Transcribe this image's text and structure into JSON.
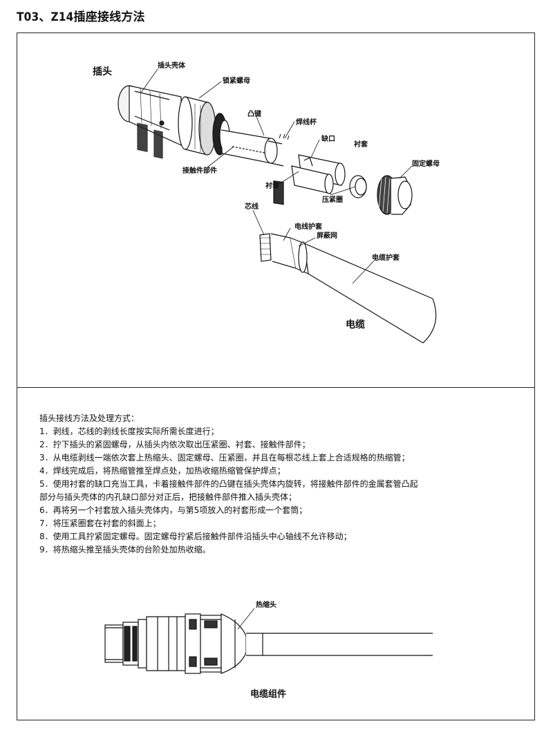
{
  "page": {
    "title": "T03、Z14插座接线方法"
  },
  "top_diagram": {
    "plug_label": "插头",
    "plug_shell": "插头壳体",
    "lock_nut": "锁紧螺母",
    "cam_key": "凸键",
    "solder_cup": "焊线杯",
    "notch": "缺口",
    "bushing": "衬套",
    "fixed_nut": "固定螺母",
    "contact_part": "接触件部件",
    "bushing2": "衬套",
    "compression_ring": "压紧圈",
    "core_wire": "芯线",
    "wire_jacket": "电线护套",
    "shield": "屏蔽网",
    "cable_jacket": "电缆护套",
    "cable_label": "电缆"
  },
  "instructions": {
    "heading": "插头接线方法及处理方式：",
    "steps": [
      "1．剥线，芯线的剥线长度按实际所需长度进行；",
      "2．拧下插头的紧固螺母，从插头内依次取出压紧圈、衬套、接触件部件；",
      "3．从电缆剥线一端依次套上热缩头、固定螺母、压紧圈，并且在每根芯线上套上合适规格的热缩管；",
      "4．焊线完成后，将热缩管推至焊点处，加热收缩热缩管保护焊点；",
      "5．使用衬套的缺口充当工具，卡着接触件部件的凸键在插头壳体内旋转，将接触件部件的金属套管凸起",
      "部分与插头壳体的内孔缺口部分对正后，把接触件部件推入插头壳体；",
      "6．再将另一个衬套放入插头壳体内，与第5项放入的衬套形成一个套筒；",
      "7．将压紧圈套在衬套的斜面上；",
      "8．使用工具拧紧固定螺母。固定螺母拧紧后接触件部件沿插头中心轴线不允许移动；",
      "9．将热缩头推至插头壳体的台阶处加热收缩。"
    ]
  },
  "bottom_diagram": {
    "heat_shrink": "热缩头",
    "assembly_label": "电缆组件"
  }
}
